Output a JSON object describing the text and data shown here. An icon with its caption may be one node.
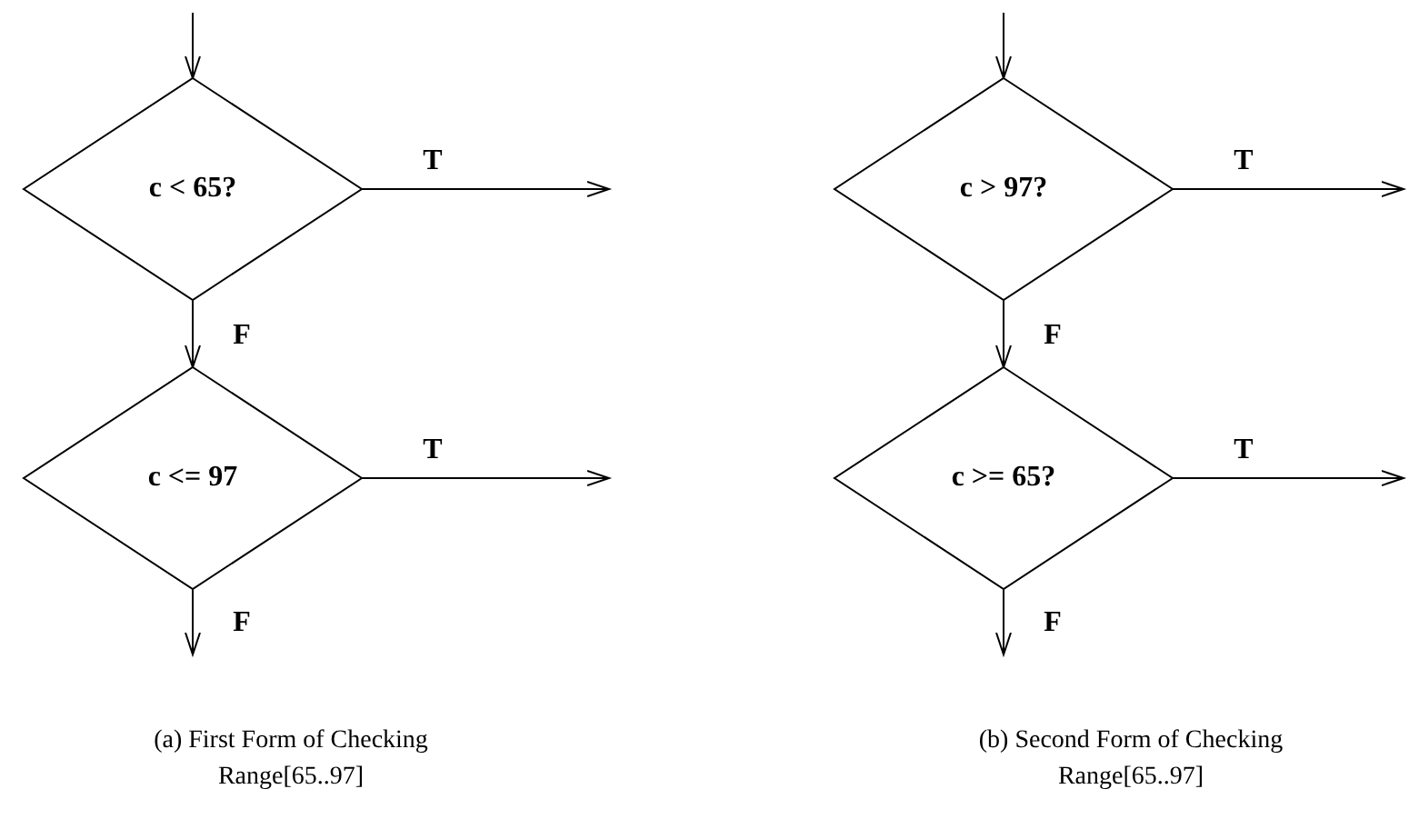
{
  "diagram": {
    "nodes": [
      {
        "text": [
          "c < 65?"
        ]
      },
      {
        "text": [
          "c <= 97"
        ]
      },
      {
        "text": [
          "c > 97?"
        ]
      },
      {
        "text": [
          "c >= 65?"
        ]
      }
    ],
    "edges": [
      {
        "from": null,
        "to": 0,
        "arrow": "to"
      },
      {
        "from": 0,
        "to": null,
        "arrow": "to",
        "label": "T"
      },
      {
        "from": 0,
        "to": 1,
        "arrow": "to",
        "label": "F"
      },
      {
        "from": 1,
        "to": null,
        "arrow": "to",
        "label": "T"
      },
      {
        "from": 1,
        "to": null,
        "arrow": "to",
        "label": "F"
      },
      {
        "from": null,
        "to": 2,
        "arrow": "to"
      },
      {
        "from": 2,
        "to": null,
        "arrow": "to",
        "label": "T"
      },
      {
        "from": 2,
        "to": 3,
        "arrow": "to",
        "label": "F"
      },
      {
        "from": 3,
        "to": null,
        "arrow": "to",
        "label": "T"
      },
      {
        "from": 3,
        "to": null,
        "arrow": "to",
        "label": "F"
      }
    ],
    "labels": [
      "(a) First Form of Checking Range[65..97]",
      "(b) Second Form of Checking Range[65..97]"
    ]
  }
}
